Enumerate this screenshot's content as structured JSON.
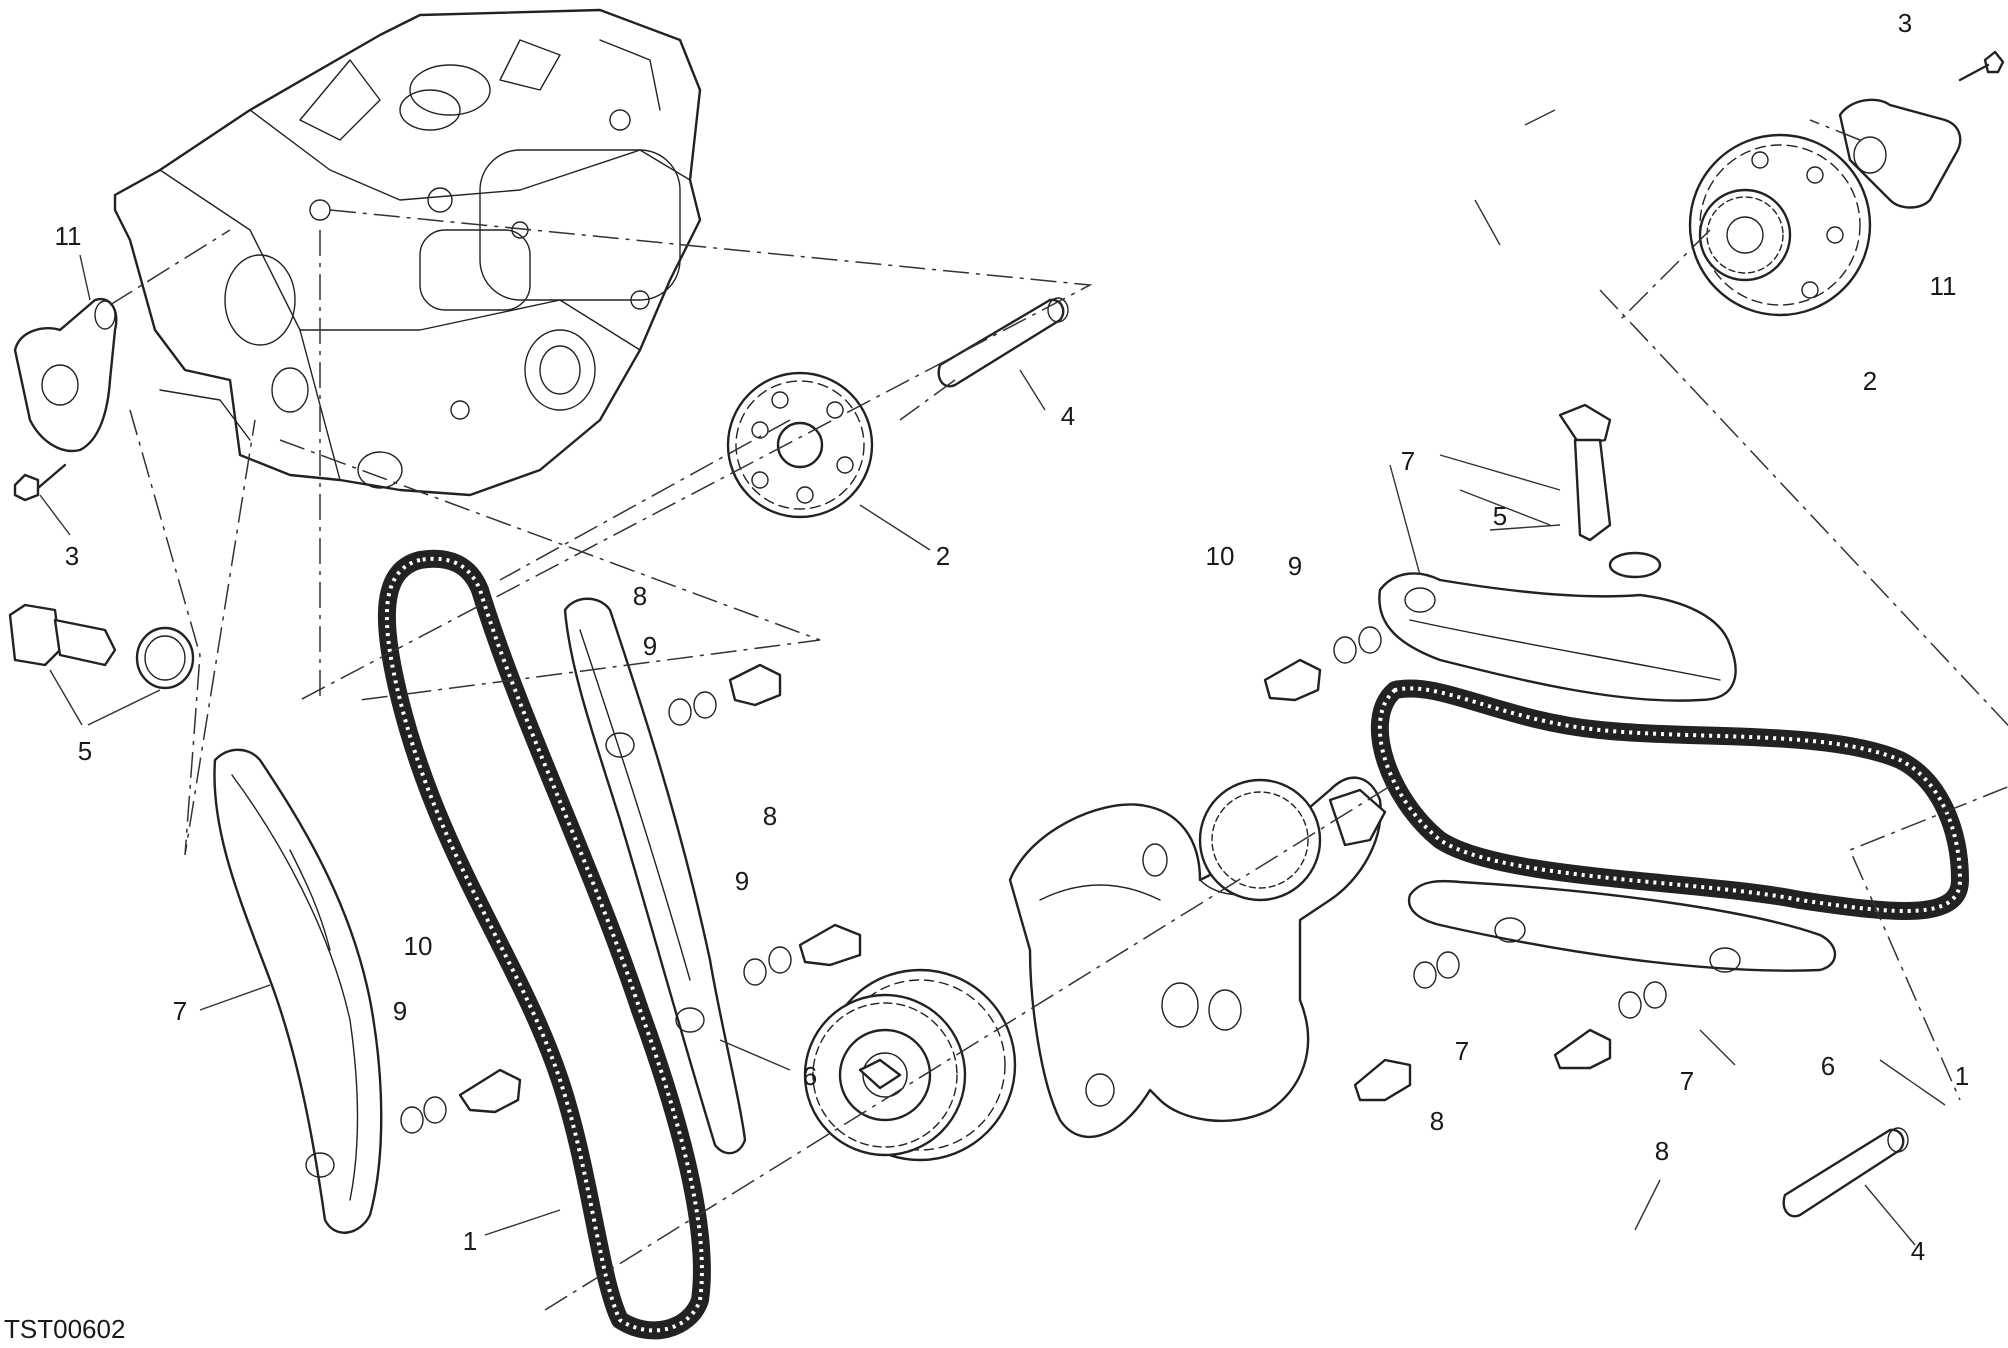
{
  "drawing_code": "TST00602",
  "callouts": {
    "c1": "1",
    "c2": "2",
    "c3": "3",
    "c4": "4",
    "c5": "5",
    "c6": "6",
    "c7": "7",
    "c8": "8",
    "c9": "9",
    "c10": "10",
    "c11": "11"
  }
}
